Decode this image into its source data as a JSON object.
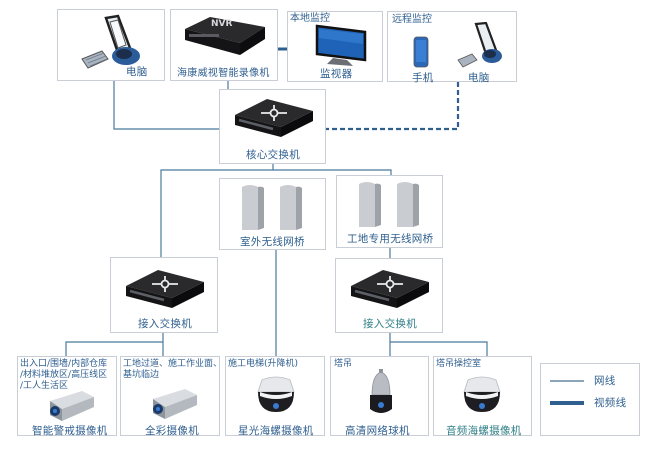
{
  "top_row": {
    "pc": {
      "label": "电脑"
    },
    "nvr": {
      "label": "海康威视智能录像机",
      "device_text": "NVR"
    },
    "local_monitoring": {
      "title": "本地监控",
      "monitor_label": "监视器"
    },
    "remote_monitoring": {
      "title": "远程监控",
      "phone_label": "手机",
      "pc_label": "电脑"
    }
  },
  "core_switch": {
    "label": "核心交换机"
  },
  "bridges": [
    {
      "label": "室外无线网桥"
    },
    {
      "label": "工地专用无线网桥"
    }
  ],
  "access_switches": [
    {
      "label": "接入交换机"
    },
    {
      "label": "接入交换机"
    }
  ],
  "cameras": [
    {
      "location_lines": [
        "出入口/围墙/内部仓库",
        "/材料堆放区/高压线区",
        "/工人生活区"
      ],
      "label": "智能警戒摄像机",
      "type": "bullet"
    },
    {
      "location_lines": [
        "工地过道、施工作业面、",
        "基坑临边"
      ],
      "label": "全彩摄像机",
      "type": "bullet"
    },
    {
      "location_lines": [
        "施工电梯(升降机)"
      ],
      "label": "星光海螺摄像机",
      "type": "dome"
    },
    {
      "location_lines": [
        "塔吊"
      ],
      "label": "高清网络球机",
      "type": "ptz"
    },
    {
      "location_lines": [
        "塔吊操控室"
      ],
      "label": "音频海螺摄像机",
      "type": "dome"
    }
  ],
  "legend": {
    "items": [
      {
        "label": "网线",
        "style": "thin",
        "color": "#8aa4b8"
      },
      {
        "label": "视频线",
        "style": "thick",
        "color": "#2f5f8f"
      }
    ]
  },
  "colors": {
    "line": "#4a7a9c",
    "dashed_line": "#2f5f8f",
    "label": "#2f5f8f",
    "box_border": "#c9ced6"
  }
}
